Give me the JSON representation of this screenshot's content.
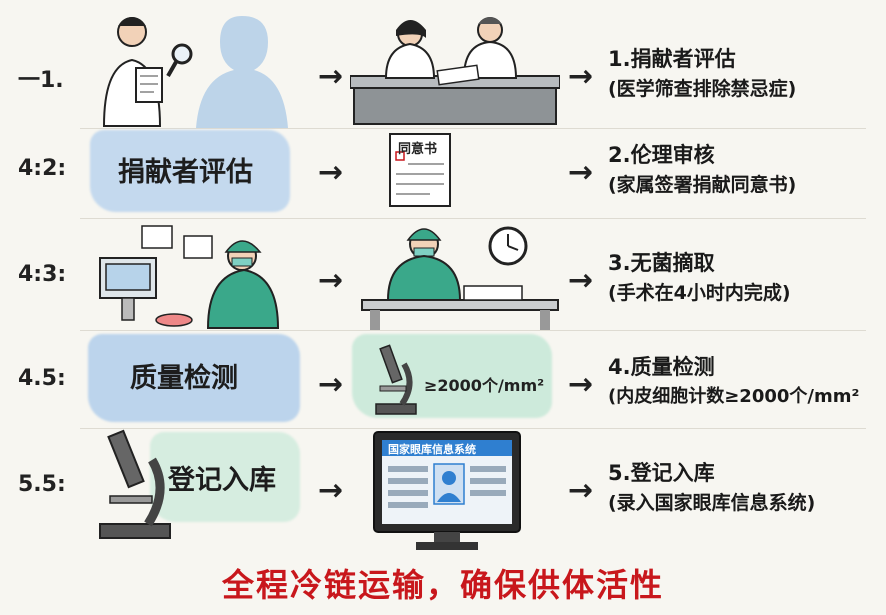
{
  "rows": [
    {
      "step": "一1.",
      "result_title": "1.捐献者评估",
      "result_sub": "(医学筛查排除禁忌症)"
    },
    {
      "step": "4:2:",
      "label": "捐献者评估",
      "doc_title": "同意书",
      "result_title": "2.伦理审核",
      "result_sub": "(家属签署捐献同意书)"
    },
    {
      "step": "4:3:",
      "result_title": "3.无菌摘取",
      "result_sub": "(手术在4小时内完成)"
    },
    {
      "step": "4.5:",
      "label": "质量检测",
      "micro_text": "≥2000个/mm²",
      "result_title": "4.质量检测",
      "result_sub": "(内皮细胞计数≥2000个/mm²"
    },
    {
      "step": "5.5:",
      "label": "登记入库",
      "screen_title": "国家眼库信息系统",
      "result_title": "5.登记入库",
      "result_sub": "(录入国家眼库信息系统)"
    }
  ],
  "arrow_glyph": "→",
  "slogan": "全程冷链运输，确保供体活性",
  "colors": {
    "background": "#f7f6f1",
    "blue_wash": "#a9c8e6",
    "green_wash": "#bfe3cf",
    "scrub_green": "#3aa88a",
    "slogan_red": "#c8171c"
  }
}
